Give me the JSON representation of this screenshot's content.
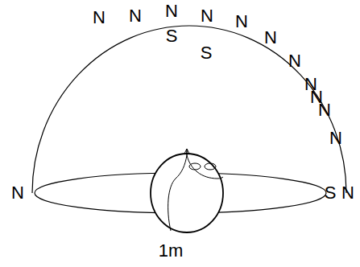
{
  "diagram": {
    "labels": [
      "N",
      "N",
      "N",
      "N",
      "N",
      "N",
      "N",
      "N",
      "N",
      "N",
      "N",
      "N",
      "S",
      "S",
      "S",
      "N",
      "1m"
    ]
  }
}
